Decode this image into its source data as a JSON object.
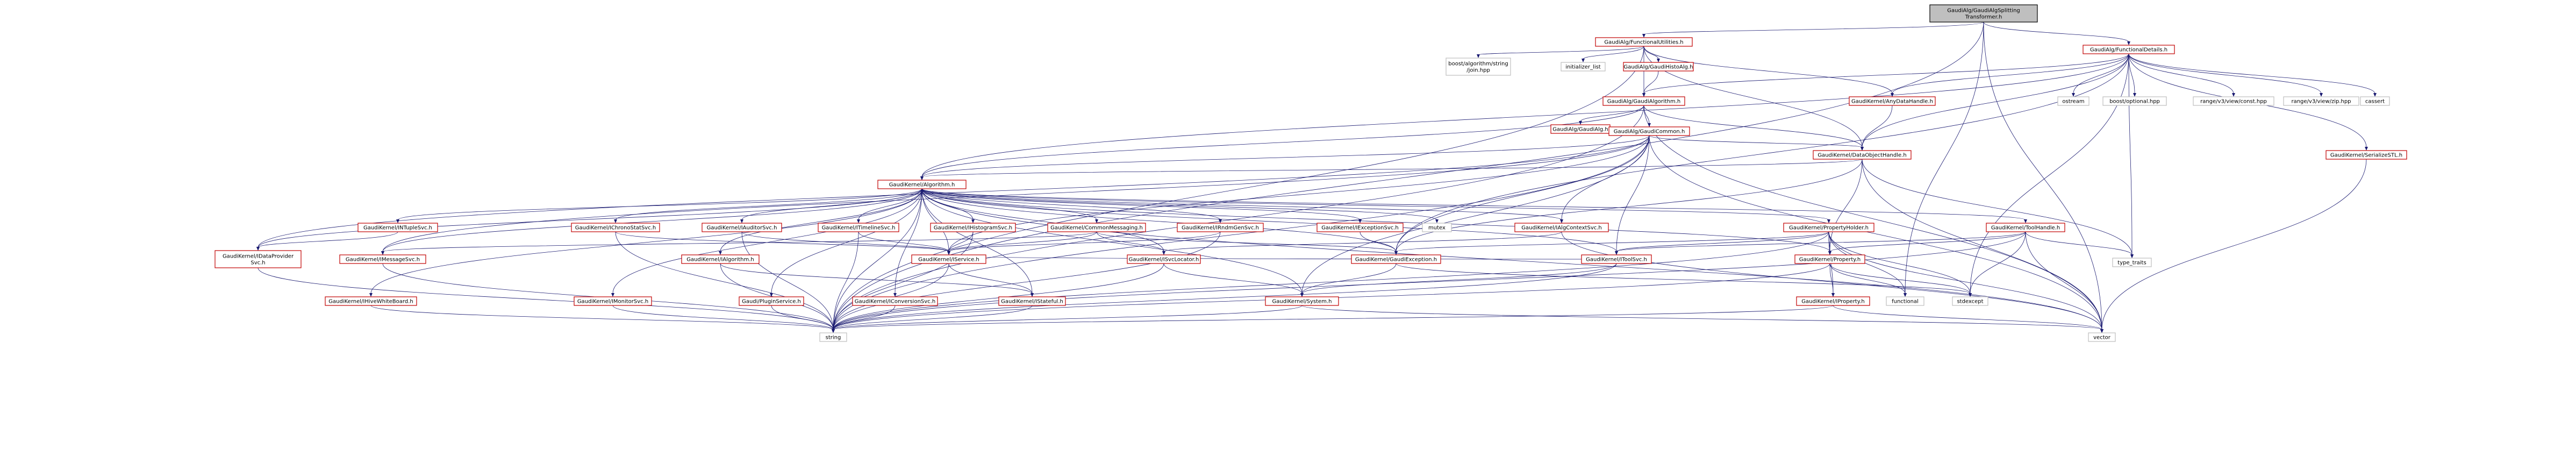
{
  "nodes": [
    {
      "id": "root",
      "label": [
        "GaudiAlg/GaudiAlgSplitting",
        "Transformer.h"
      ],
      "style": "root"
    },
    {
      "id": "fu",
      "label": [
        "GaudiAlg/FunctionalUtilities.h"
      ],
      "style": "red"
    },
    {
      "id": "fd",
      "label": [
        "GaudiAlg/FunctionalDetails.h"
      ],
      "style": "red"
    },
    {
      "id": "bstr",
      "label": [
        "boost/algorithm/string",
        "/join.hpp"
      ],
      "style": "grey"
    },
    {
      "id": "il",
      "label": [
        "initializer_list"
      ],
      "style": "grey"
    },
    {
      "id": "gha",
      "label": [
        "GaudiAlg/GaudiHistoAlg.h"
      ],
      "style": "red"
    },
    {
      "id": "ga",
      "label": [
        "GaudiAlg/GaudiAlgorithm.h"
      ],
      "style": "red"
    },
    {
      "id": "adh",
      "label": [
        "GaudiKernel/AnyDataHandle.h"
      ],
      "style": "red"
    },
    {
      "id": "ostream",
      "label": [
        "ostream"
      ],
      "style": "grey"
    },
    {
      "id": "bopt",
      "label": [
        "boost/optional.hpp"
      ],
      "style": "grey"
    },
    {
      "id": "rvc",
      "label": [
        "range/v3/view/const.hpp"
      ],
      "style": "grey"
    },
    {
      "id": "rvz",
      "label": [
        "range/v3/view/zip.hpp"
      ],
      "style": "grey"
    },
    {
      "id": "cassert",
      "label": [
        "cassert"
      ],
      "style": "grey"
    },
    {
      "id": "gag",
      "label": [
        "GaudiAlg/GaudiAlg.h"
      ],
      "style": "red"
    },
    {
      "id": "gc",
      "label": [
        "GaudiAlg/GaudiCommon.h"
      ],
      "style": "red"
    },
    {
      "id": "doh",
      "label": [
        "GaudiKernel/DataObjectHandle.h"
      ],
      "style": "red"
    },
    {
      "id": "ser",
      "label": [
        "GaudiKernel/SerializeSTL.h"
      ],
      "style": "red"
    },
    {
      "id": "alg",
      "label": [
        "GaudiKernel/Algorithm.h"
      ],
      "style": "red"
    },
    {
      "id": "intup",
      "label": [
        "GaudiKernel/INTupleSvc.h"
      ],
      "style": "red"
    },
    {
      "id": "ichr",
      "label": [
        "GaudiKernel/IChronoStatSvc.h"
      ],
      "style": "red"
    },
    {
      "id": "iaud",
      "label": [
        "GaudiKernel/IAuditorSvc.h"
      ],
      "style": "red"
    },
    {
      "id": "itl",
      "label": [
        "GaudiKernel/ITimelineSvc.h"
      ],
      "style": "red"
    },
    {
      "id": "ihist",
      "label": [
        "GaudiKernel/IHistogramSvc.h"
      ],
      "style": "red"
    },
    {
      "id": "cmsg",
      "label": [
        "GaudiKernel/CommonMessaging.h"
      ],
      "style": "red"
    },
    {
      "id": "irnd",
      "label": [
        "GaudiKernel/IRndmGenSvc.h"
      ],
      "style": "red"
    },
    {
      "id": "iexc",
      "label": [
        "GaudiKernel/IExceptionSvc.h"
      ],
      "style": "red"
    },
    {
      "id": "mutex",
      "label": [
        "mutex"
      ],
      "style": "grey"
    },
    {
      "id": "iactx",
      "label": [
        "GaudiKernel/IAlgContextSvc.h"
      ],
      "style": "red"
    },
    {
      "id": "ph",
      "label": [
        "GaudiKernel/PropertyHolder.h"
      ],
      "style": "red"
    },
    {
      "id": "th",
      "label": [
        "GaudiKernel/ToolHandle.h"
      ],
      "style": "red"
    },
    {
      "id": "type",
      "label": [
        "type_traits"
      ],
      "style": "grey"
    },
    {
      "id": "idp",
      "label": [
        "GaudiKernel/IDataProvider",
        "Svc.h"
      ],
      "style": "red"
    },
    {
      "id": "imsg",
      "label": [
        "GaudiKernel/IMessageSvc.h"
      ],
      "style": "red"
    },
    {
      "id": "ialg",
      "label": [
        "GaudiKernel/IAlgorithm.h"
      ],
      "style": "red"
    },
    {
      "id": "isvc",
      "label": [
        "GaudiKernel/IService.h"
      ],
      "style": "red"
    },
    {
      "id": "isl",
      "label": [
        "GaudiKernel/ISvcLocator.h"
      ],
      "style": "red"
    },
    {
      "id": "gexc",
      "label": [
        "GaudiKernel/GaudiException.h"
      ],
      "style": "red"
    },
    {
      "id": "itool",
      "label": [
        "GaudiKernel/IToolSvc.h"
      ],
      "style": "red"
    },
    {
      "id": "prop",
      "label": [
        "GaudiKernel/Property.h"
      ],
      "style": "red"
    },
    {
      "id": "func",
      "label": [
        "functional"
      ],
      "style": "grey"
    },
    {
      "id": "stdexc",
      "label": [
        "stdexcept"
      ],
      "style": "grey"
    },
    {
      "id": "iwb",
      "label": [
        "GaudiKernel/IHiveWhiteBoard.h"
      ],
      "style": "red"
    },
    {
      "id": "imon",
      "label": [
        "GaudiKernel/IMonitorSvc.h"
      ],
      "style": "red"
    },
    {
      "id": "ps",
      "label": [
        "Gaudi/PluginService.h"
      ],
      "style": "red"
    },
    {
      "id": "iconv",
      "label": [
        "GaudiKernel/IConversionSvc.h"
      ],
      "style": "red"
    },
    {
      "id": "istat",
      "label": [
        "GaudiKernel/IStateful.h"
      ],
      "style": "red"
    },
    {
      "id": "sys",
      "label": [
        "GaudiKernel/System.h"
      ],
      "style": "red"
    },
    {
      "id": "iprop",
      "label": [
        "GaudiKernel/IProperty.h"
      ],
      "style": "red"
    },
    {
      "id": "string",
      "label": [
        "string"
      ],
      "style": "grey"
    },
    {
      "id": "vector",
      "label": [
        "vector"
      ],
      "style": "grey"
    }
  ],
  "edges": [
    [
      "root",
      "fu"
    ],
    [
      "root",
      "fd"
    ],
    [
      "root",
      "string"
    ],
    [
      "root",
      "vector"
    ],
    [
      "root",
      "func"
    ],
    [
      "fu",
      "bstr"
    ],
    [
      "fu",
      "il"
    ],
    [
      "fu",
      "gha"
    ],
    [
      "fu",
      "ga"
    ],
    [
      "fu",
      "adh"
    ],
    [
      "fu",
      "doh"
    ],
    [
      "fu",
      "string"
    ],
    [
      "fd",
      "ga"
    ],
    [
      "fd",
      "adh"
    ],
    [
      "fd",
      "ostream"
    ],
    [
      "fd",
      "bopt"
    ],
    [
      "fd",
      "rvc"
    ],
    [
      "fd",
      "rvz"
    ],
    [
      "fd",
      "cassert"
    ],
    [
      "fd",
      "ser"
    ],
    [
      "fd",
      "doh"
    ],
    [
      "fd",
      "type"
    ],
    [
      "fd",
      "gexc"
    ],
    [
      "fd",
      "alg"
    ],
    [
      "fd",
      "stdexc"
    ],
    [
      "gha",
      "ga"
    ],
    [
      "ga",
      "gag"
    ],
    [
      "ga",
      "gc"
    ],
    [
      "ga",
      "alg"
    ],
    [
      "ga",
      "doh"
    ],
    [
      "ga",
      "string"
    ],
    [
      "ga",
      "vector"
    ],
    [
      "gc",
      "doh"
    ],
    [
      "gc",
      "alg"
    ],
    [
      "gc",
      "idp"
    ],
    [
      "gc",
      "imsg"
    ],
    [
      "gc",
      "iactx"
    ],
    [
      "gc",
      "isvc"
    ],
    [
      "gc",
      "itool"
    ],
    [
      "gc",
      "sys"
    ],
    [
      "gc",
      "gexc"
    ],
    [
      "gc",
      "string"
    ],
    [
      "gc",
      "vector"
    ],
    [
      "adh",
      "doh"
    ],
    [
      "doh",
      "alg"
    ],
    [
      "doh",
      "prop"
    ],
    [
      "doh",
      "type"
    ],
    [
      "doh",
      "vector"
    ],
    [
      "doh",
      "gexc"
    ],
    [
      "ser",
      "vector"
    ],
    [
      "alg",
      "intup"
    ],
    [
      "alg",
      "ichr"
    ],
    [
      "alg",
      "iaud"
    ],
    [
      "alg",
      "itl"
    ],
    [
      "alg",
      "ihist"
    ],
    [
      "alg",
      "cmsg"
    ],
    [
      "alg",
      "irnd"
    ],
    [
      "alg",
      "iexc"
    ],
    [
      "alg",
      "mutex"
    ],
    [
      "alg",
      "iactx"
    ],
    [
      "alg",
      "ph"
    ],
    [
      "alg",
      "th"
    ],
    [
      "alg",
      "idp"
    ],
    [
      "alg",
      "imsg"
    ],
    [
      "alg",
      "ialg"
    ],
    [
      "alg",
      "isvc"
    ],
    [
      "alg",
      "isl"
    ],
    [
      "alg",
      "gexc"
    ],
    [
      "alg",
      "itool"
    ],
    [
      "alg",
      "prop"
    ],
    [
      "alg",
      "iwb"
    ],
    [
      "alg",
      "imon"
    ],
    [
      "alg",
      "ps"
    ],
    [
      "alg",
      "iconv"
    ],
    [
      "alg",
      "istat"
    ],
    [
      "alg",
      "sys"
    ],
    [
      "alg",
      "string"
    ],
    [
      "alg",
      "vector"
    ],
    [
      "intup",
      "idp"
    ],
    [
      "ichr",
      "string"
    ],
    [
      "ichr",
      "isvc"
    ],
    [
      "iaud",
      "isvc"
    ],
    [
      "iaud",
      "string"
    ],
    [
      "itl",
      "isvc"
    ],
    [
      "itl",
      "string"
    ],
    [
      "ihist",
      "isvc"
    ],
    [
      "ihist",
      "string"
    ],
    [
      "cmsg",
      "imsg"
    ],
    [
      "cmsg",
      "isvc"
    ],
    [
      "cmsg",
      "isl"
    ],
    [
      "cmsg",
      "gexc"
    ],
    [
      "irnd",
      "isvc"
    ],
    [
      "irnd",
      "string"
    ],
    [
      "iexc",
      "gexc"
    ],
    [
      "iactx",
      "isl"
    ],
    [
      "iactx",
      "vector"
    ],
    [
      "ph",
      "prop"
    ],
    [
      "ph",
      "itool"
    ],
    [
      "ph",
      "gexc"
    ],
    [
      "ph",
      "iprop"
    ],
    [
      "ph",
      "func"
    ],
    [
      "ph",
      "stdexc"
    ],
    [
      "ph",
      "string"
    ],
    [
      "ph",
      "vector"
    ],
    [
      "th",
      "itool"
    ],
    [
      "th",
      "prop"
    ],
    [
      "th",
      "type"
    ],
    [
      "th",
      "vector"
    ],
    [
      "th",
      "stdexc"
    ],
    [
      "th",
      "string"
    ],
    [
      "idp",
      "string"
    ],
    [
      "imsg",
      "string"
    ],
    [
      "ialg",
      "istat"
    ],
    [
      "ialg",
      "string"
    ],
    [
      "isvc",
      "istat"
    ],
    [
      "isvc",
      "string"
    ],
    [
      "isl",
      "string"
    ],
    [
      "isl",
      "sys"
    ],
    [
      "gexc",
      "sys"
    ],
    [
      "gexc",
      "stdexc"
    ],
    [
      "itool",
      "sys"
    ],
    [
      "itool",
      "string"
    ],
    [
      "itool",
      "isvc"
    ],
    [
      "prop",
      "iprop"
    ],
    [
      "prop",
      "stdexc"
    ],
    [
      "prop",
      "func"
    ],
    [
      "prop",
      "string"
    ],
    [
      "iwb",
      "string"
    ],
    [
      "imon",
      "string"
    ],
    [
      "ps",
      "string"
    ],
    [
      "iconv",
      "string"
    ],
    [
      "istat",
      "string"
    ],
    [
      "sys",
      "string"
    ],
    [
      "sys",
      "vector"
    ],
    [
      "iprop",
      "string"
    ],
    [
      "iprop",
      "vector"
    ]
  ]
}
